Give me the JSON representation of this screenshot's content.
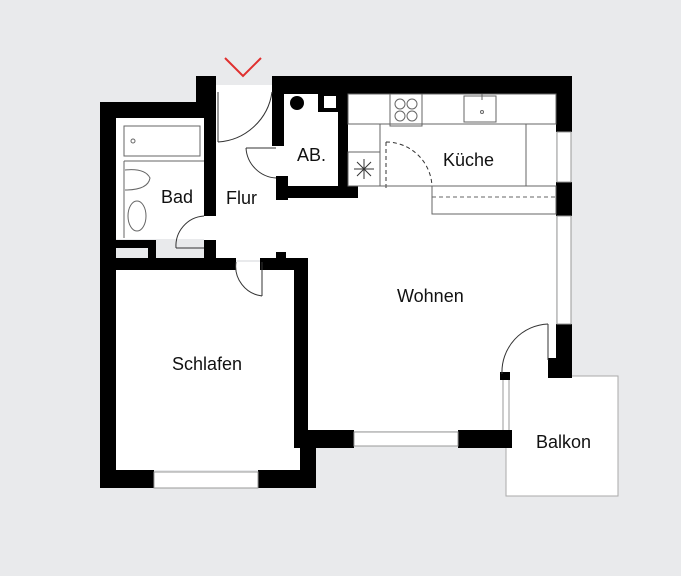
{
  "colors": {
    "background": "#e9eaec",
    "wall": "#000000",
    "floor": "#ffffff",
    "entrance_marker": "#e0302f",
    "fixture_line": "#888888"
  },
  "entrance": {
    "icon": "entrance-chevron-icon"
  },
  "rooms": {
    "bad": "Bad",
    "flur": "Flur",
    "ab": "AB.",
    "kueche": "Küche",
    "wohnen": "Wohnen",
    "schlafen": "Schlafen",
    "balkon": "Balkon"
  },
  "fixtures": [
    "bathtub",
    "toilet",
    "washbasin",
    "boiler",
    "stove",
    "sink",
    "meter-star"
  ]
}
